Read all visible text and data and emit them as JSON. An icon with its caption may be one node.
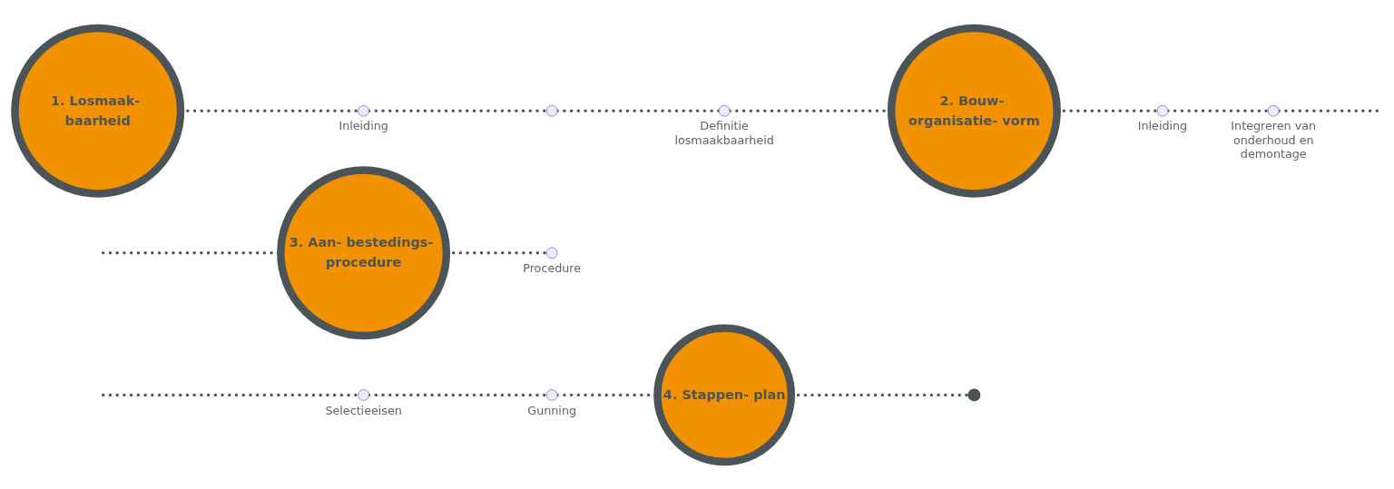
{
  "diagram": {
    "nodes": [
      {
        "text": [
          "1. Losmaak- baarheid"
        ]
      },
      {
        "text": [],
        "shape": "pin",
        "beside": [
          "Inleiding"
        ]
      },
      {
        "text": [],
        "shape": "pin"
      },
      {
        "text": [],
        "shape": "pin",
        "beside": [
          "Definitie losmaakbaarheid"
        ]
      },
      {
        "text": [
          "2. Bouw- organisatie- vorm"
        ]
      },
      {
        "text": [],
        "shape": "pin",
        "beside": [
          "Inleiding"
        ]
      },
      {
        "text": [],
        "shape": "pin",
        "beside": [
          "Integreren van onderhoud en demontage"
        ]
      },
      {
        "text": [
          "3. Aan- bestedings- procedure"
        ]
      },
      {
        "text": [],
        "shape": "pin",
        "beside": [
          "Procedure"
        ]
      },
      {
        "text": [],
        "shape": "pin",
        "beside": [
          "Selectieeisen"
        ]
      },
      {
        "text": [],
        "shape": "pin",
        "beside": [
          "Gunning"
        ]
      },
      {
        "text": [
          "4. Stappen- plan"
        ]
      },
      {
        "text": [],
        "shape": "circle"
      }
    ],
    "edges": [
      {
        "from": 0,
        "to": 1,
        "arrow": "none",
        "style": "dashed"
      },
      {
        "from": 1,
        "to": 2,
        "arrow": "none",
        "style": "dashed"
      },
      {
        "from": 2,
        "to": 3,
        "arrow": "none",
        "style": "dashed"
      },
      {
        "from": 3,
        "to": 4,
        "arrow": "none",
        "style": "dashed"
      },
      {
        "from": 4,
        "to": 5,
        "arrow": "none",
        "style": "dashed"
      },
      {
        "from": 5,
        "to": 6,
        "arrow": "none",
        "style": "dashed"
      },
      {
        "from": 6,
        "to": null,
        "arrow": "none",
        "style": "dashed"
      },
      {
        "from": null,
        "to": 7,
        "arrow": "none",
        "style": "dashed"
      },
      {
        "from": 7,
        "to": 8,
        "arrow": "none",
        "style": "dashed"
      },
      {
        "from": null,
        "to": 9,
        "arrow": "none",
        "style": "dashed"
      },
      {
        "from": 9,
        "to": 10,
        "arrow": "none",
        "style": "dashed"
      },
      {
        "from": 10,
        "to": 11,
        "arrow": "none",
        "style": "dashed"
      },
      {
        "from": 11,
        "to": 12,
        "arrow": "none",
        "style": "dashed"
      }
    ]
  }
}
